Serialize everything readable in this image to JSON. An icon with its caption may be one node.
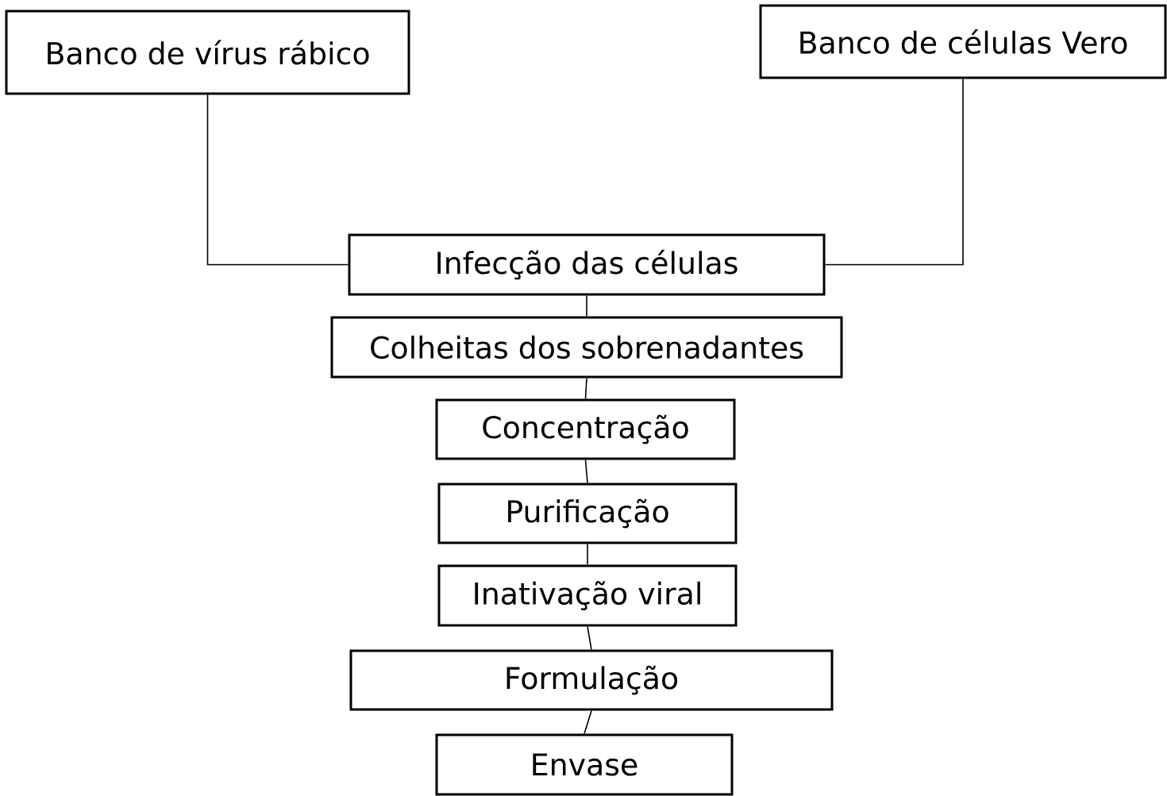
{
  "diagram": {
    "nodes": [
      {
        "text": [
          "Banco de vírus rábico"
        ]
      },
      {
        "text": [
          "Banco de células Vero"
        ]
      },
      {
        "text": [
          "Infecção das células"
        ]
      },
      {
        "text": [
          "Colheitas dos sobrenadantes"
        ]
      },
      {
        "text": [
          "Concentração"
        ]
      },
      {
        "text": [
          "Purificação"
        ]
      },
      {
        "text": [
          "Inativação viral"
        ]
      },
      {
        "text": [
          "Formulação"
        ]
      },
      {
        "text": [
          "Envase"
        ]
      }
    ],
    "edges": [
      {
        "from": 0,
        "to": 2,
        "arrow": "none"
      },
      {
        "from": 1,
        "to": 2,
        "arrow": "none"
      },
      {
        "from": 2,
        "to": 3,
        "arrow": "none"
      },
      {
        "from": 3,
        "to": 4,
        "arrow": "none"
      },
      {
        "from": 4,
        "to": 5,
        "arrow": "none"
      },
      {
        "from": 5,
        "to": 6,
        "arrow": "none"
      },
      {
        "from": 6,
        "to": 7,
        "arrow": "none"
      },
      {
        "from": 7,
        "to": 8,
        "arrow": "none"
      }
    ]
  }
}
